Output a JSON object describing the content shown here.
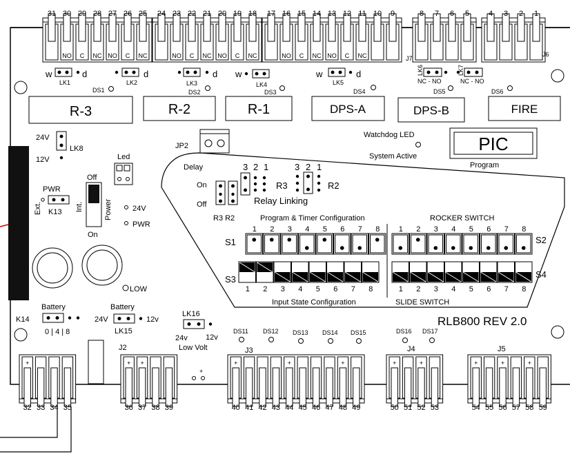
{
  "board_name": "RLB800 REV 2.0",
  "top_terminal_groups": [
    {
      "id": "lk1-group",
      "numbers": [
        "31",
        "30",
        "29",
        "28",
        "27",
        "26",
        "25"
      ],
      "sub": [
        "",
        "NO",
        "C",
        "NC",
        "NO",
        "C",
        "NC"
      ]
    },
    {
      "id": "lk2-group",
      "numbers": [
        "24",
        "23",
        "22",
        "21",
        "20",
        "19",
        "18"
      ],
      "sub": [
        "",
        "NO",
        "C",
        "NC",
        "NO",
        "C",
        "NC"
      ]
    },
    {
      "id": "lk3-group",
      "numbers": [
        "17",
        "16",
        "15",
        "14",
        "13",
        "12",
        "11",
        "10",
        "9"
      ],
      "sub": [
        "",
        "NO",
        "C",
        "NC",
        "NO",
        "C",
        "NC",
        "",
        ""
      ]
    },
    {
      "id": "dpsb-group",
      "numbers": [
        "8",
        "7",
        "6",
        "5"
      ],
      "sub": [
        "",
        "",
        "",
        ""
      ]
    },
    {
      "id": "fire-group",
      "numbers": [
        "4",
        "3",
        "2",
        "1"
      ],
      "sub": [
        "",
        "",
        "",
        ""
      ]
    }
  ],
  "connector_labels": {
    "j7": "J7",
    "j6": "J6"
  },
  "links": {
    "lk1": "LK1",
    "lk2": "LK2",
    "lk3": "LK3",
    "lk4": "LK4",
    "lk5": "LK5",
    "lk6": "LK6",
    "lk7": "LK7",
    "lk8": "LK8",
    "lk13": "K13",
    "lk15": "LK15",
    "lk16": "LK16",
    "k14": "K14",
    "w": "w",
    "d": "d",
    "nc_no": "NC - NO"
  },
  "leds": {
    "ds1": "DS1",
    "ds2": "DS2",
    "ds3": "DS3",
    "ds4": "DS4",
    "ds5": "DS5",
    "ds6": "DS6",
    "ds11": "DS11",
    "ds12": "DS12",
    "ds13": "DS13",
    "ds14": "DS14",
    "ds15": "DS15",
    "ds16": "DS16",
    "ds17": "DS17"
  },
  "relay_boxes": [
    "R-3",
    "R-2",
    "R-1",
    "DPS-A",
    "DPS-B",
    "FIRE"
  ],
  "pic": {
    "label": "PIC",
    "program": "Program",
    "watchdog": "Watchdog LED",
    "system_active": "System Active"
  },
  "jp2": "JP2",
  "lk8_labels": {
    "v24": "24V",
    "v12": "12V"
  },
  "led_header": "Led",
  "power": {
    "off": "Off",
    "on": "On",
    "power": "Power",
    "int": "Int.",
    "ext": "Ext.",
    "pwr": "PWR",
    "v24": "24V",
    "pwr2": "PWR"
  },
  "low": "LOW",
  "delay_block": {
    "delay": "Delay",
    "on": "On",
    "off": "Off",
    "r3r2": "R3 R2",
    "relay_linking": "Relay Linking",
    "r3": "R3",
    "r2": "R2",
    "nums": [
      "3",
      "2",
      "1"
    ]
  },
  "config": {
    "program_timer": "Program & Timer Configuration",
    "rocker": "ROCKER   SWITCH",
    "input_state": "Input State Configuration",
    "slide": "SLIDE SWITCH",
    "s1": "S1",
    "s2": "S2",
    "s3": "S3",
    "s4": "S4",
    "nums": [
      "1",
      "2",
      "3",
      "4",
      "5",
      "6",
      "7",
      "8"
    ],
    "s1_top": [
      1,
      1,
      1,
      0,
      1,
      0,
      0,
      1
    ],
    "s2_top": [
      0,
      1,
      0,
      0,
      0,
      0,
      0,
      0
    ],
    "s3_type": [
      "half",
      "half",
      "low",
      "low",
      "low",
      "low",
      "low",
      "low"
    ]
  },
  "battery": {
    "label": "Battery",
    "opts": "0 | 4 | 8",
    "v24": "24V",
    "v12": "12v"
  },
  "lk16": {
    "v24": "24v",
    "v12": "12v",
    "low_volt": "Low Volt"
  },
  "bottom_connectors": {
    "j2": "J2",
    "j3": "J3",
    "j4": "J4",
    "j5": "J5"
  },
  "bottom_numbers": [
    "32",
    "33",
    "34",
    "35",
    "36",
    "37",
    "38",
    "39",
    "40",
    "41",
    "42",
    "43",
    "44",
    "45",
    "46",
    "47",
    "48",
    "49",
    "50",
    "51",
    "52",
    "53",
    "54",
    "55",
    "56",
    "57",
    "58",
    "59"
  ],
  "plus": "+"
}
